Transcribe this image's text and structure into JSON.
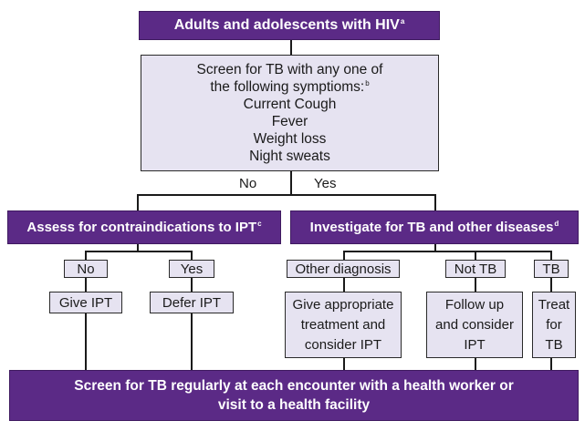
{
  "title": {
    "text": "Adults and adolescents with HIV",
    "note": "a"
  },
  "screen_box": {
    "line1": "Screen for TB with any one of",
    "line2": "the following symptioms:",
    "note": "b",
    "symptoms": [
      "Current Cough",
      "Fever",
      "Weight loss",
      "Night sweats"
    ]
  },
  "branch_labels": {
    "no": "No",
    "yes": "Yes"
  },
  "assess": {
    "text": "Assess for contraindications to IPT",
    "note": "c"
  },
  "investigate": {
    "text": "Investigate for TB and other diseases",
    "note": "d"
  },
  "assess_branches": {
    "no": {
      "label": "No",
      "action": "Give IPT"
    },
    "yes": {
      "label": "Yes",
      "action": "Defer IPT"
    }
  },
  "investigate_branches": {
    "other": {
      "label": "Other diagnosis",
      "action": [
        "Give appropriate",
        "treatment and",
        "consider IPT"
      ]
    },
    "not_tb": {
      "label": "Not TB",
      "action": [
        "Follow up",
        "and consider",
        "IPT"
      ]
    },
    "tb": {
      "label": "TB",
      "action": [
        "Treat",
        "for",
        "TB"
      ]
    }
  },
  "bottom": {
    "line1": "Screen for TB regularly at each encounter with a health worker or",
    "line2": "visit to a health facility"
  },
  "colors": {
    "purple": "#5b2a86",
    "light_box": "#e6e3f1",
    "line": "#1a1a1a"
  }
}
